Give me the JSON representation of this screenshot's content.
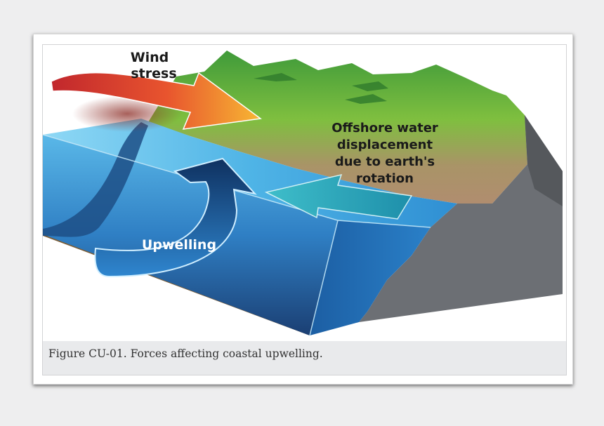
{
  "figure": {
    "labels": {
      "wind_line1": "Wind",
      "wind_line2": "stress",
      "offshore_line1": "Offshore water",
      "offshore_line2": "displacement",
      "offshore_line3": "due to earth's",
      "offshore_line4": "rotation",
      "upwelling": "Upwelling"
    },
    "caption": "Figure CU-01. Forces affecting coastal upwelling."
  },
  "colors": {
    "ocean_surface": "#7fd0f2",
    "ocean_deep": "#1a3d6e",
    "land_green": "#5aa636",
    "cliff_gray": "#6b6e72",
    "wind_arrow_start": "#c1272d",
    "wind_arrow_end": "#f7b733",
    "offshore_arrow": "#2fa3b8"
  }
}
